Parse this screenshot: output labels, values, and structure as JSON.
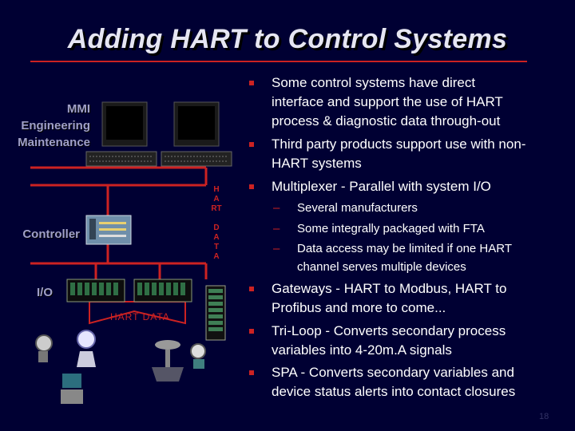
{
  "slide": {
    "title": "Adding HART to Control Systems",
    "page_number": "18"
  },
  "diagram": {
    "labels": {
      "mmi": [
        "MMI",
        "Engineering",
        "Maintenance"
      ],
      "controller": "Controller",
      "io": "I/O",
      "hart_data_vertical": [
        "H",
        "A",
        "RT",
        "",
        "D",
        "A",
        "T",
        "A"
      ],
      "hart_data_horizontal": "HART DATA"
    },
    "colors": {
      "background": "#000033",
      "accent_red": "#cc2222",
      "label": "#a0a0c8",
      "text": "#ffffff"
    }
  },
  "bullets": {
    "b1": [
      "Some control systems have direct",
      "interface and support the use of HART",
      "process & diagnostic data through-out"
    ],
    "b2": [
      "Third party products support use with non-",
      "HART systems"
    ],
    "b3": [
      "Multiplexer - Parallel with system I/O"
    ],
    "sub1": [
      "Several manufacturers"
    ],
    "sub2": [
      "Some integrally packaged with FTA"
    ],
    "sub3": [
      "Data access may be limited if one HART",
      "channel serves multiple devices"
    ],
    "b4": [
      "Gateways - HART to Modbus, HART to",
      "Profibus and more to come..."
    ],
    "b5": [
      "Tri-Loop - Converts secondary process",
      "variables into 4-20m.A signals"
    ],
    "b6": [
      "SPA - Converts secondary variables and",
      "device status alerts into contact closures"
    ],
    "dash": "–"
  }
}
